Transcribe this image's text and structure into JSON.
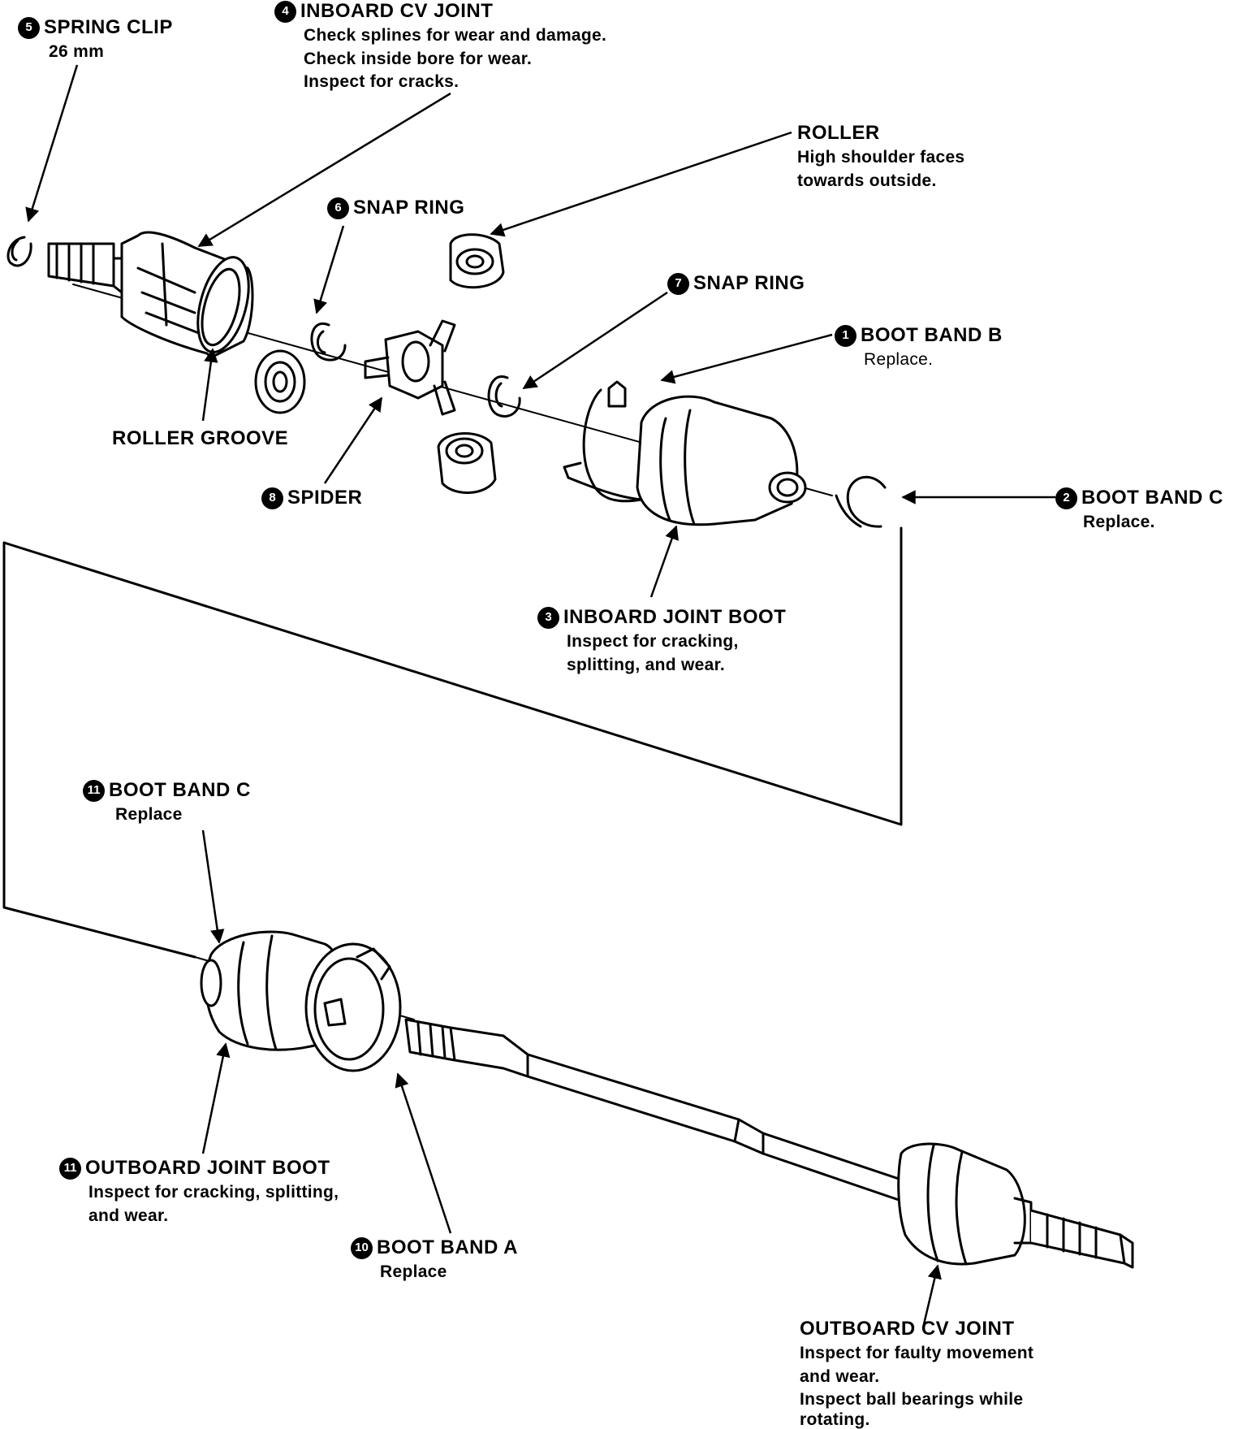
{
  "labels": {
    "spring_clip": {
      "num": "5",
      "title": "SPRING CLIP",
      "lines": [
        "26 mm"
      ]
    },
    "inboard_cv_joint": {
      "num": "4",
      "title": "INBOARD CV JOINT",
      "lines": [
        "Check splines for wear and damage.",
        "Check inside bore for wear.",
        "Inspect for cracks."
      ]
    },
    "roller": {
      "num": "",
      "title": "ROLLER",
      "lines": [
        "High shoulder faces",
        "towards outside."
      ]
    },
    "snap_ring_6": {
      "num": "6",
      "title": "SNAP RING",
      "lines": []
    },
    "snap_ring_7": {
      "num": "7",
      "title": "SNAP RING",
      "lines": []
    },
    "boot_band_b": {
      "num": "1",
      "title": "BOOT BAND  B",
      "lines": [
        "Replace."
      ]
    },
    "roller_groove": {
      "num": "",
      "title": "ROLLER GROOVE",
      "lines": []
    },
    "spider": {
      "num": "8",
      "title": "SPIDER",
      "lines": []
    },
    "boot_band_c_inboard": {
      "num": "2",
      "title": "BOOT BAND  C",
      "lines": [
        "Replace."
      ]
    },
    "inboard_joint_boot": {
      "num": "3",
      "title": "INBOARD JOINT BOOT",
      "lines": [
        "Inspect for cracking,",
        "splitting, and wear."
      ]
    },
    "boot_band_c_outboard": {
      "num": "11",
      "title": "BOOT BAND  C",
      "lines": [
        "Replace"
      ]
    },
    "outboard_joint_boot": {
      "num": "11",
      "title": "OUTBOARD JOINT BOOT",
      "lines": [
        "Inspect for cracking, splitting,",
        "and wear."
      ]
    },
    "boot_band_a": {
      "num": "10",
      "title": "BOOT BAND  A",
      "lines": [
        "Replace"
      ]
    },
    "outboard_cv_joint": {
      "num": "",
      "title": "OUTBOARD CV JOINT",
      "lines": [
        "Inspect for faulty movement",
        "and wear.",
        "Inspect ball bearings while",
        "rotating."
      ]
    }
  }
}
